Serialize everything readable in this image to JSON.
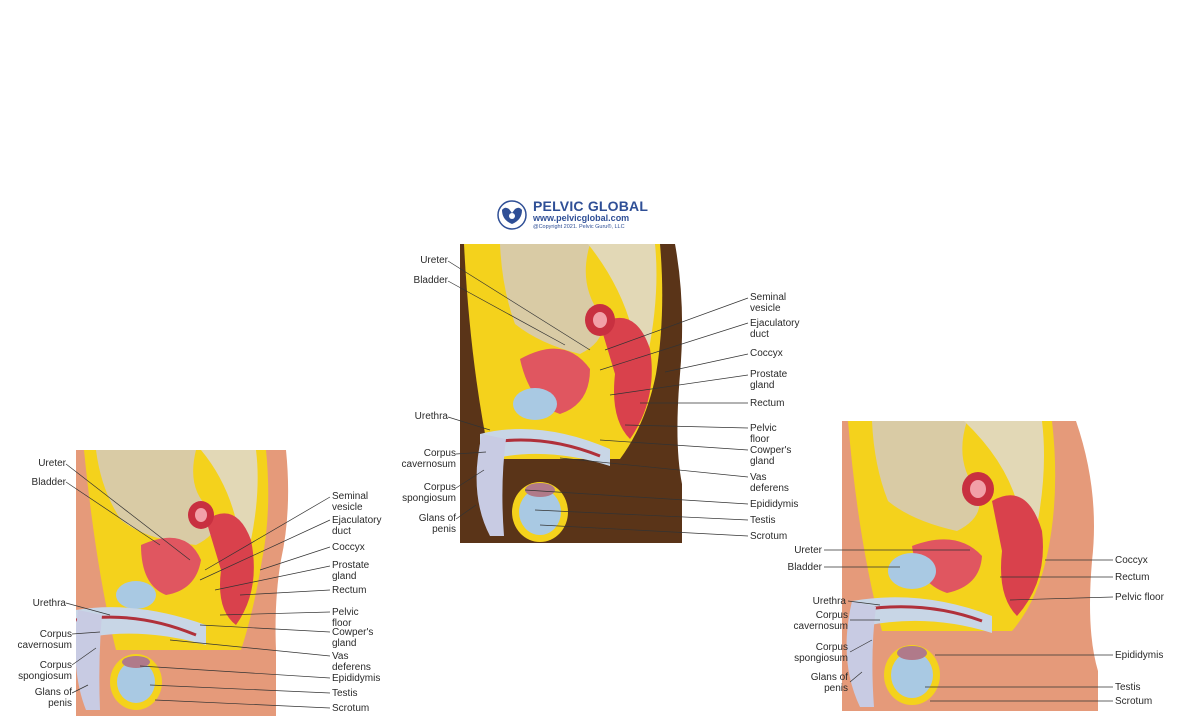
{
  "logo": {
    "brand": "PELVIC GLOBAL",
    "url": "www.pelvicglobal.com",
    "copyright": "@Copyright 2021. Pelvic Guru®, LLC",
    "icon": "pelvis-logo-icon",
    "color": "#2f4f96"
  },
  "colors": {
    "skin_light": "#e59a7a",
    "skin_dark": "#5a3418",
    "bone": "#d9cba5",
    "fat": "#f4d21c",
    "muscle": "#d9414c",
    "bladder": "#a9c9e3",
    "fascia": "#c8d6e6"
  },
  "center": {
    "left_labels": [
      "Ureter",
      "Bladder",
      "Urethra",
      "Corpus\ncavernosum",
      "Corpus\nspongiosum",
      "Glans of\npenis"
    ],
    "right_labels": [
      "Seminal\nvesicle",
      "Ejaculatory\nduct",
      "Coccyx",
      "Prostate\ngland",
      "Rectum",
      "Pelvic\nfloor",
      "Cowper's\ngland",
      "Vas\ndeferens",
      "Epididymis",
      "Testis",
      "Scrotum"
    ]
  },
  "left": {
    "left_labels": [
      "Ureter",
      "Bladder",
      "Urethra",
      "Corpus\ncavernosum",
      "Corpus\nspongiosum",
      "Glans of\npenis"
    ],
    "right_labels": [
      "Seminal\nvesicle",
      "Ejaculatory\nduct",
      "Coccyx",
      "Prostate\ngland",
      "Rectum",
      "Pelvic\nfloor",
      "Cowper's\ngland",
      "Vas\ndeferens",
      "Epididymis",
      "Testis",
      "Scrotum"
    ]
  },
  "right": {
    "left_labels": [
      "Ureter",
      "Bladder",
      "Urethra",
      "Corpus\ncavernosum",
      "Corpus\nspongiosum",
      "Glans of\npenis"
    ],
    "right_labels": [
      "Coccyx",
      "Rectum",
      "Pelvic floor",
      "Epididymis",
      "Testis",
      "Scrotum"
    ]
  }
}
